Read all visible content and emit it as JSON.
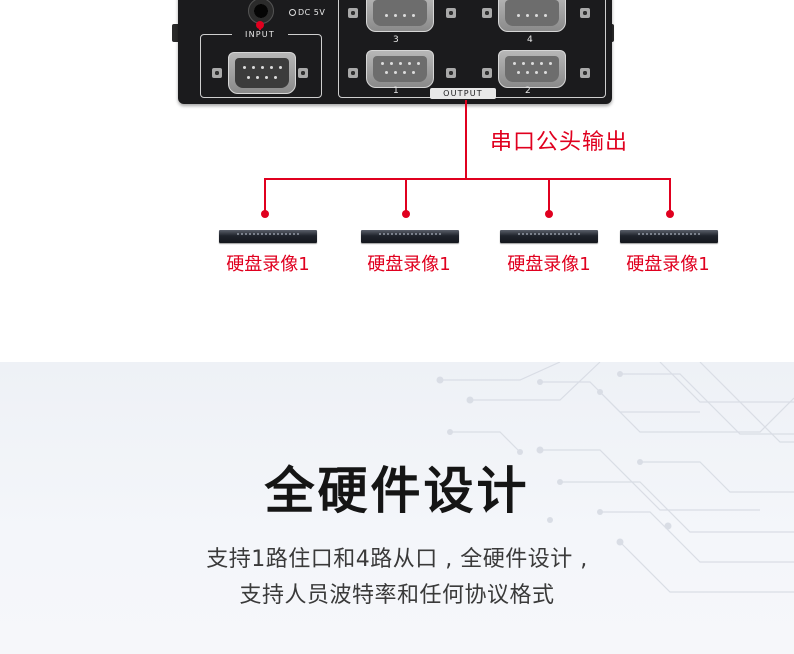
{
  "device": {
    "input_label": "INPUT",
    "output_label": "OUTPUT",
    "dc_label": "DC 5V",
    "port_numbers": [
      "3",
      "4",
      "1",
      "2"
    ]
  },
  "diagram": {
    "caption": "串口公头输出",
    "devices": [
      {
        "label": "硬盘录像1"
      },
      {
        "label": "硬盘录像1"
      },
      {
        "label": "硬盘录像1"
      },
      {
        "label": "硬盘录像1"
      }
    ]
  },
  "feature": {
    "title": "全硬件设计",
    "description_line1": "支持1路住口和4路从口 , 全硬件设计 ,",
    "description_line2": "支持人员波特率和任何协议格式"
  },
  "colors": {
    "accent": "#e0001f",
    "title": "#151515",
    "text": "#3a3a3a"
  }
}
